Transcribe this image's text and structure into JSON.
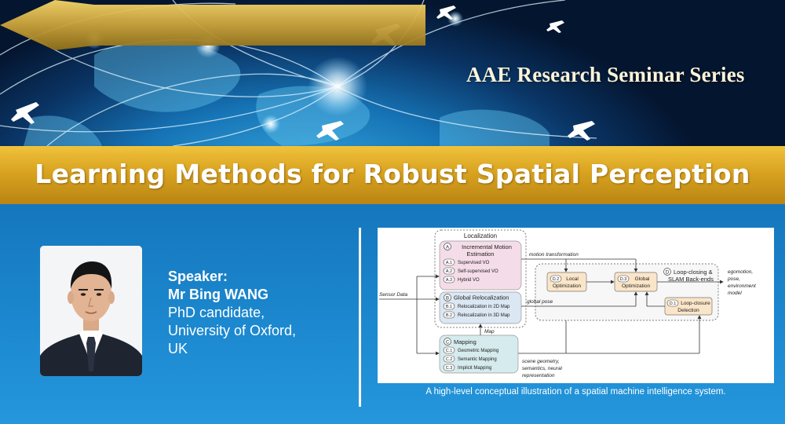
{
  "banner": {
    "series_title": "AAE Research Seminar Series"
  },
  "title": "Learning Methods for Robust Spatial Perception",
  "speaker": {
    "label": "Speaker:",
    "name": "Mr Bing WANG",
    "role": "PhD candidate,",
    "affiliation_line1": "University of Oxford,",
    "affiliation_line2": "UK"
  },
  "diagram": {
    "localization": "Localization",
    "a_title_1": "Incremental Motion",
    "a_title_2": "Estimation",
    "a_badge": "A",
    "a1_badge": "A.1",
    "a1": "Supervised VO",
    "a2_badge": "A.2",
    "a2": "Self-supervised VO",
    "a3_badge": "A.3",
    "a3": "Hybrid VO",
    "b_badge": "B",
    "b_title": "Global Relocalization",
    "b1_badge": "B.1",
    "b1": "Relocalization in 2D Map",
    "b2_badge": "B.2",
    "b2": "Relocalization in 3D Map",
    "c_badge": "C",
    "c_title": "Mapping",
    "c1_badge": "C.1",
    "c1": "Geometric Mapping",
    "c2_badge": "C.2",
    "c2": "Semantic Mapping",
    "c3_badge": "C.3",
    "c3": "Implicit Mapping",
    "d_badge": "D",
    "d_title_1": "Loop-closing &",
    "d_title_2": "SLAM Back-ends",
    "d1_badge": "D.1",
    "d1_1": "Loop-closure",
    "d1_2": "Detection",
    "d2_badge": "D.2",
    "d2_1": "Local",
    "d2_2": "Optimization",
    "d3_badge": "D.3",
    "d3_1": "Global",
    "d3_2": "Optimization",
    "sensor_data": "Sensor Data",
    "motion_transformation": "motion transformation",
    "global_pose": "global pose",
    "map": "Map",
    "out_1": "egomotion,",
    "out_2": "pose,",
    "out_3": "environment",
    "out_4": "model",
    "scene_1": "scene geometry,",
    "scene_2": "semantics, neural",
    "scene_3": "representation"
  },
  "caption": "A high-level conceptual illustration of a spatial machine intelligence system.",
  "colors": {
    "gold": "#d9a320",
    "blue_panel": "#1c88cf",
    "box_pink": "#f4dce8",
    "box_blue": "#dbe7f3",
    "box_teal": "#d6ebee",
    "box_peach": "#fbe5c8"
  }
}
